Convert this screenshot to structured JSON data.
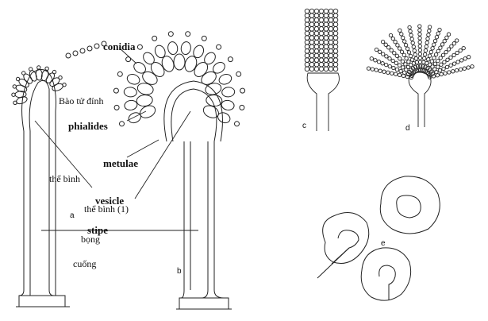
{
  "labels": {
    "conidia": "conidia",
    "bao_tu_dinh": "Bào tử đính",
    "phialides": "phialides",
    "metulae": "metulae",
    "the_binh": "thể bình",
    "vesicle": "vesicle",
    "the_binh_1": "thể bình (1)",
    "stipe": "stipe",
    "bong": "bọng",
    "cuong": "cuống"
  },
  "panels": {
    "a": "a",
    "b": "b",
    "c": "c",
    "d": "d",
    "e": "e"
  }
}
